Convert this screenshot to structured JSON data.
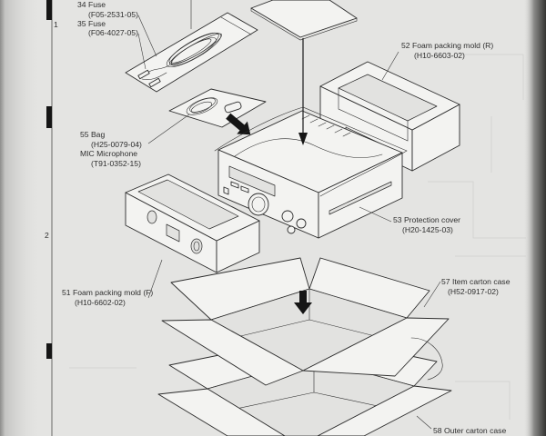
{
  "page": {
    "margin_marks": {
      "top": "1",
      "middle": "2"
    }
  },
  "parts": {
    "fuse_34": {
      "label": "34 Fuse",
      "code": "(F05-2531-05)"
    },
    "fuse_35": {
      "label": "35 Fuse",
      "code": "(F06-4027-05)"
    },
    "foam_mold_r": {
      "label": "52 Foam packing mold (R)",
      "code": "(H10-6603-02)"
    },
    "bag": {
      "label": "55 Bag",
      "code": "(H25-0079-04)"
    },
    "mic": {
      "label": "MIC Microphone",
      "code": "(T91-0352-15)"
    },
    "protection_cover": {
      "label": "53 Protection cover",
      "code": "(H20-1425-03)"
    },
    "foam_mold_f": {
      "label": "51 Foam packing mold (F)",
      "code": "(H10-6602-02)"
    },
    "item_carton_case": {
      "label": "57 Item carton case",
      "code": "(H52-0917-02)"
    },
    "outer_carton_case": {
      "label": "58 Outer carton case"
    }
  },
  "colors": {
    "paper": "#e4e4e2",
    "ink": "#2b2b2b",
    "part": "#f3f3f1",
    "recess": "#e2e2e0"
  }
}
